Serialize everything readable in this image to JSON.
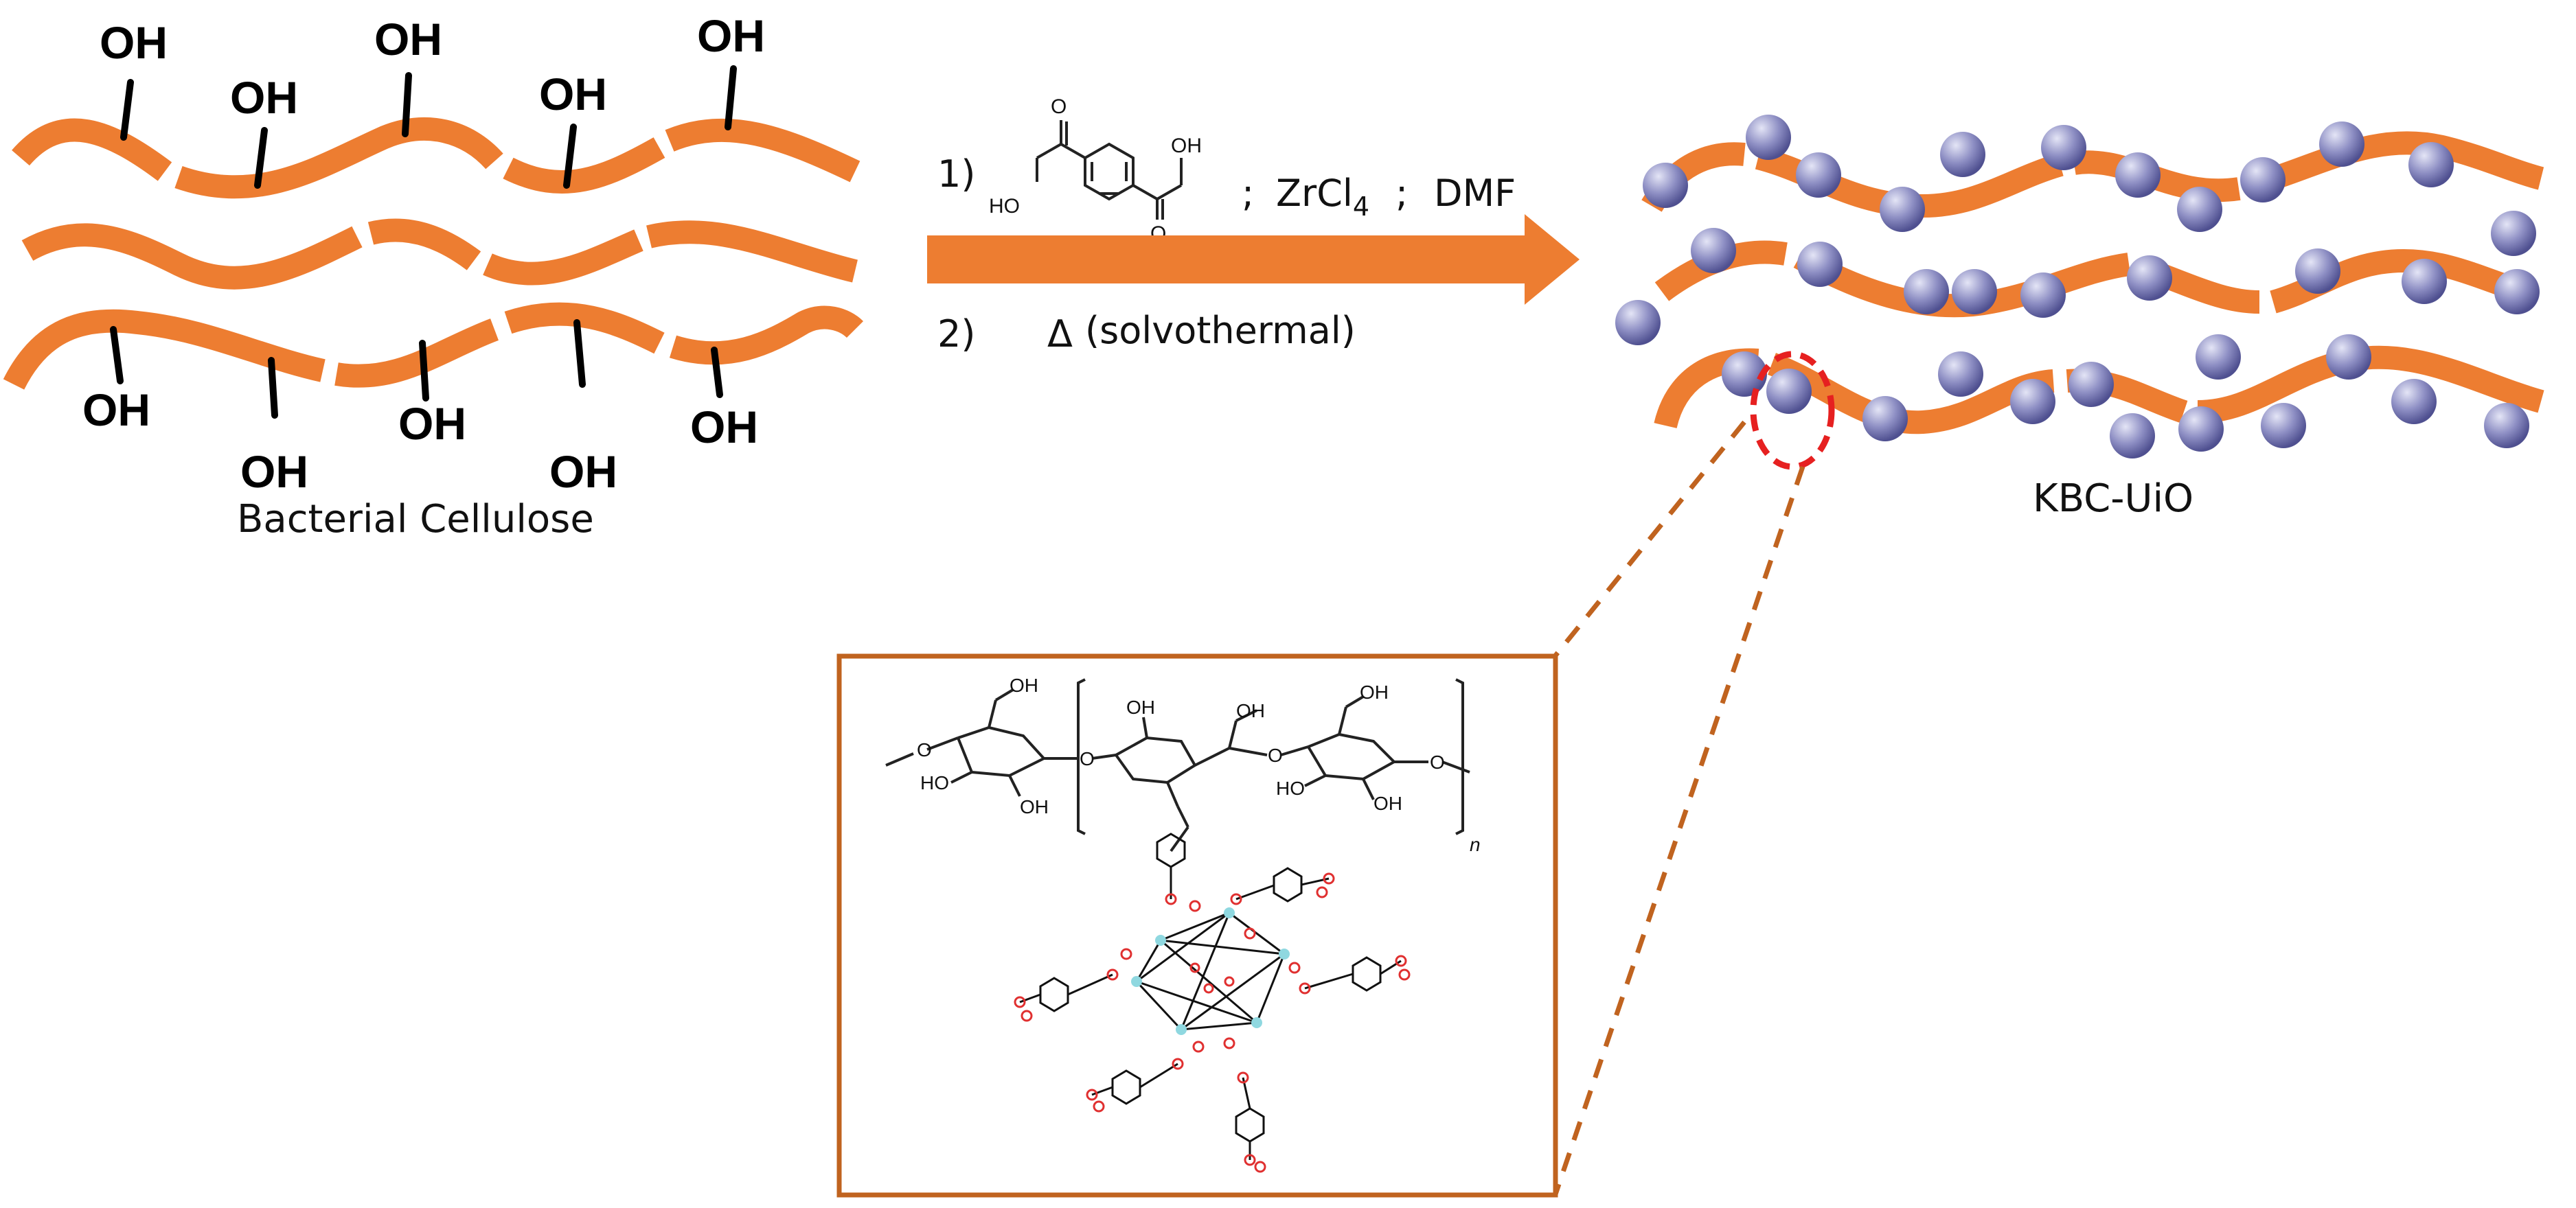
{
  "left_panel": {
    "hydroxyl_label": "OH",
    "caption": "Bacterial Cellulose"
  },
  "reaction": {
    "step1_number": "1)",
    "step1_reagent_ho": "HO",
    "step1_reagent_oh": "OH",
    "step1_reagent_o": "O",
    "separator": ";",
    "zr_salt_prefix": "ZrCl",
    "zr_salt_subscript": "4",
    "solvent": "DMF",
    "step2_number": "2)",
    "delta_symbol": "Δ",
    "step2_condition": "(solvothermal)"
  },
  "right_panel": {
    "caption": "KBC-UiO"
  },
  "inset": {
    "oh_label": "OH",
    "ho_label": "HO",
    "o_label": "O",
    "repeat_subscript": "n"
  },
  "colors": {
    "fiber": "#ED7D31",
    "mof_sphere": "#8E8FC4",
    "highlight_circle": "#E62020",
    "inset_border": "#C0631F",
    "zr_node": "#8FD8E0",
    "oxygen": "#E03030"
  }
}
